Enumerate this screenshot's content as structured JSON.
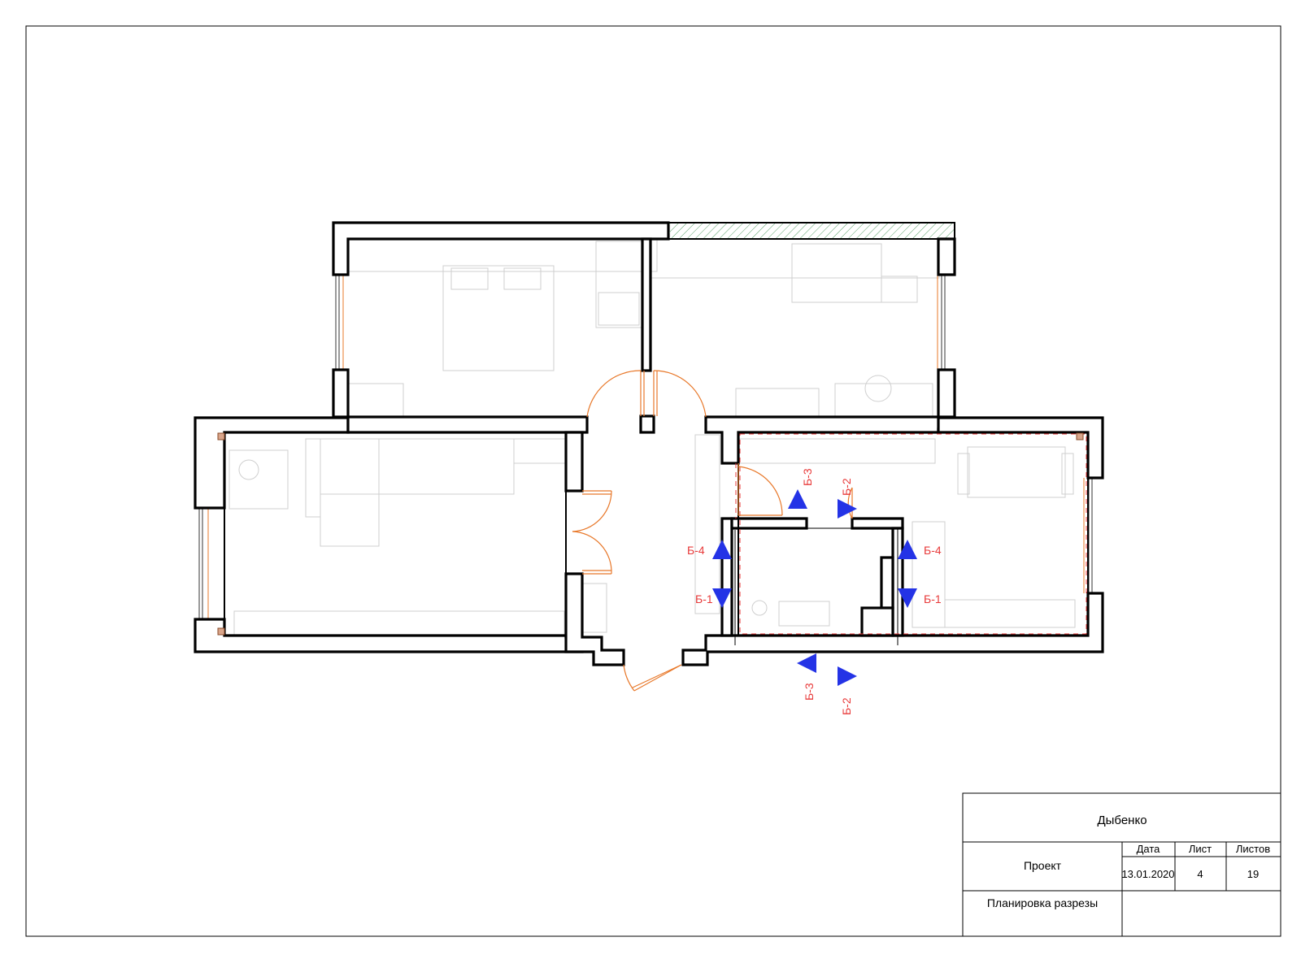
{
  "plan": {
    "section_labels": {
      "b1": "Б-1",
      "b2": "Б-2",
      "b3": "Б-3",
      "b4": "Б-4"
    },
    "colors": {
      "marker": "#2433e6",
      "label": "#e83b3b",
      "door": "#e8782a"
    }
  },
  "title_block": {
    "client": "Дыбенко",
    "project_label": "Проект",
    "date_header": "Дата",
    "sheet_header": "Лист",
    "sheets_header": "Листов",
    "date_value": "13.01.2020",
    "sheet_value": "4",
    "sheets_value": "19",
    "drawing_name": "Планировка разрезы"
  }
}
